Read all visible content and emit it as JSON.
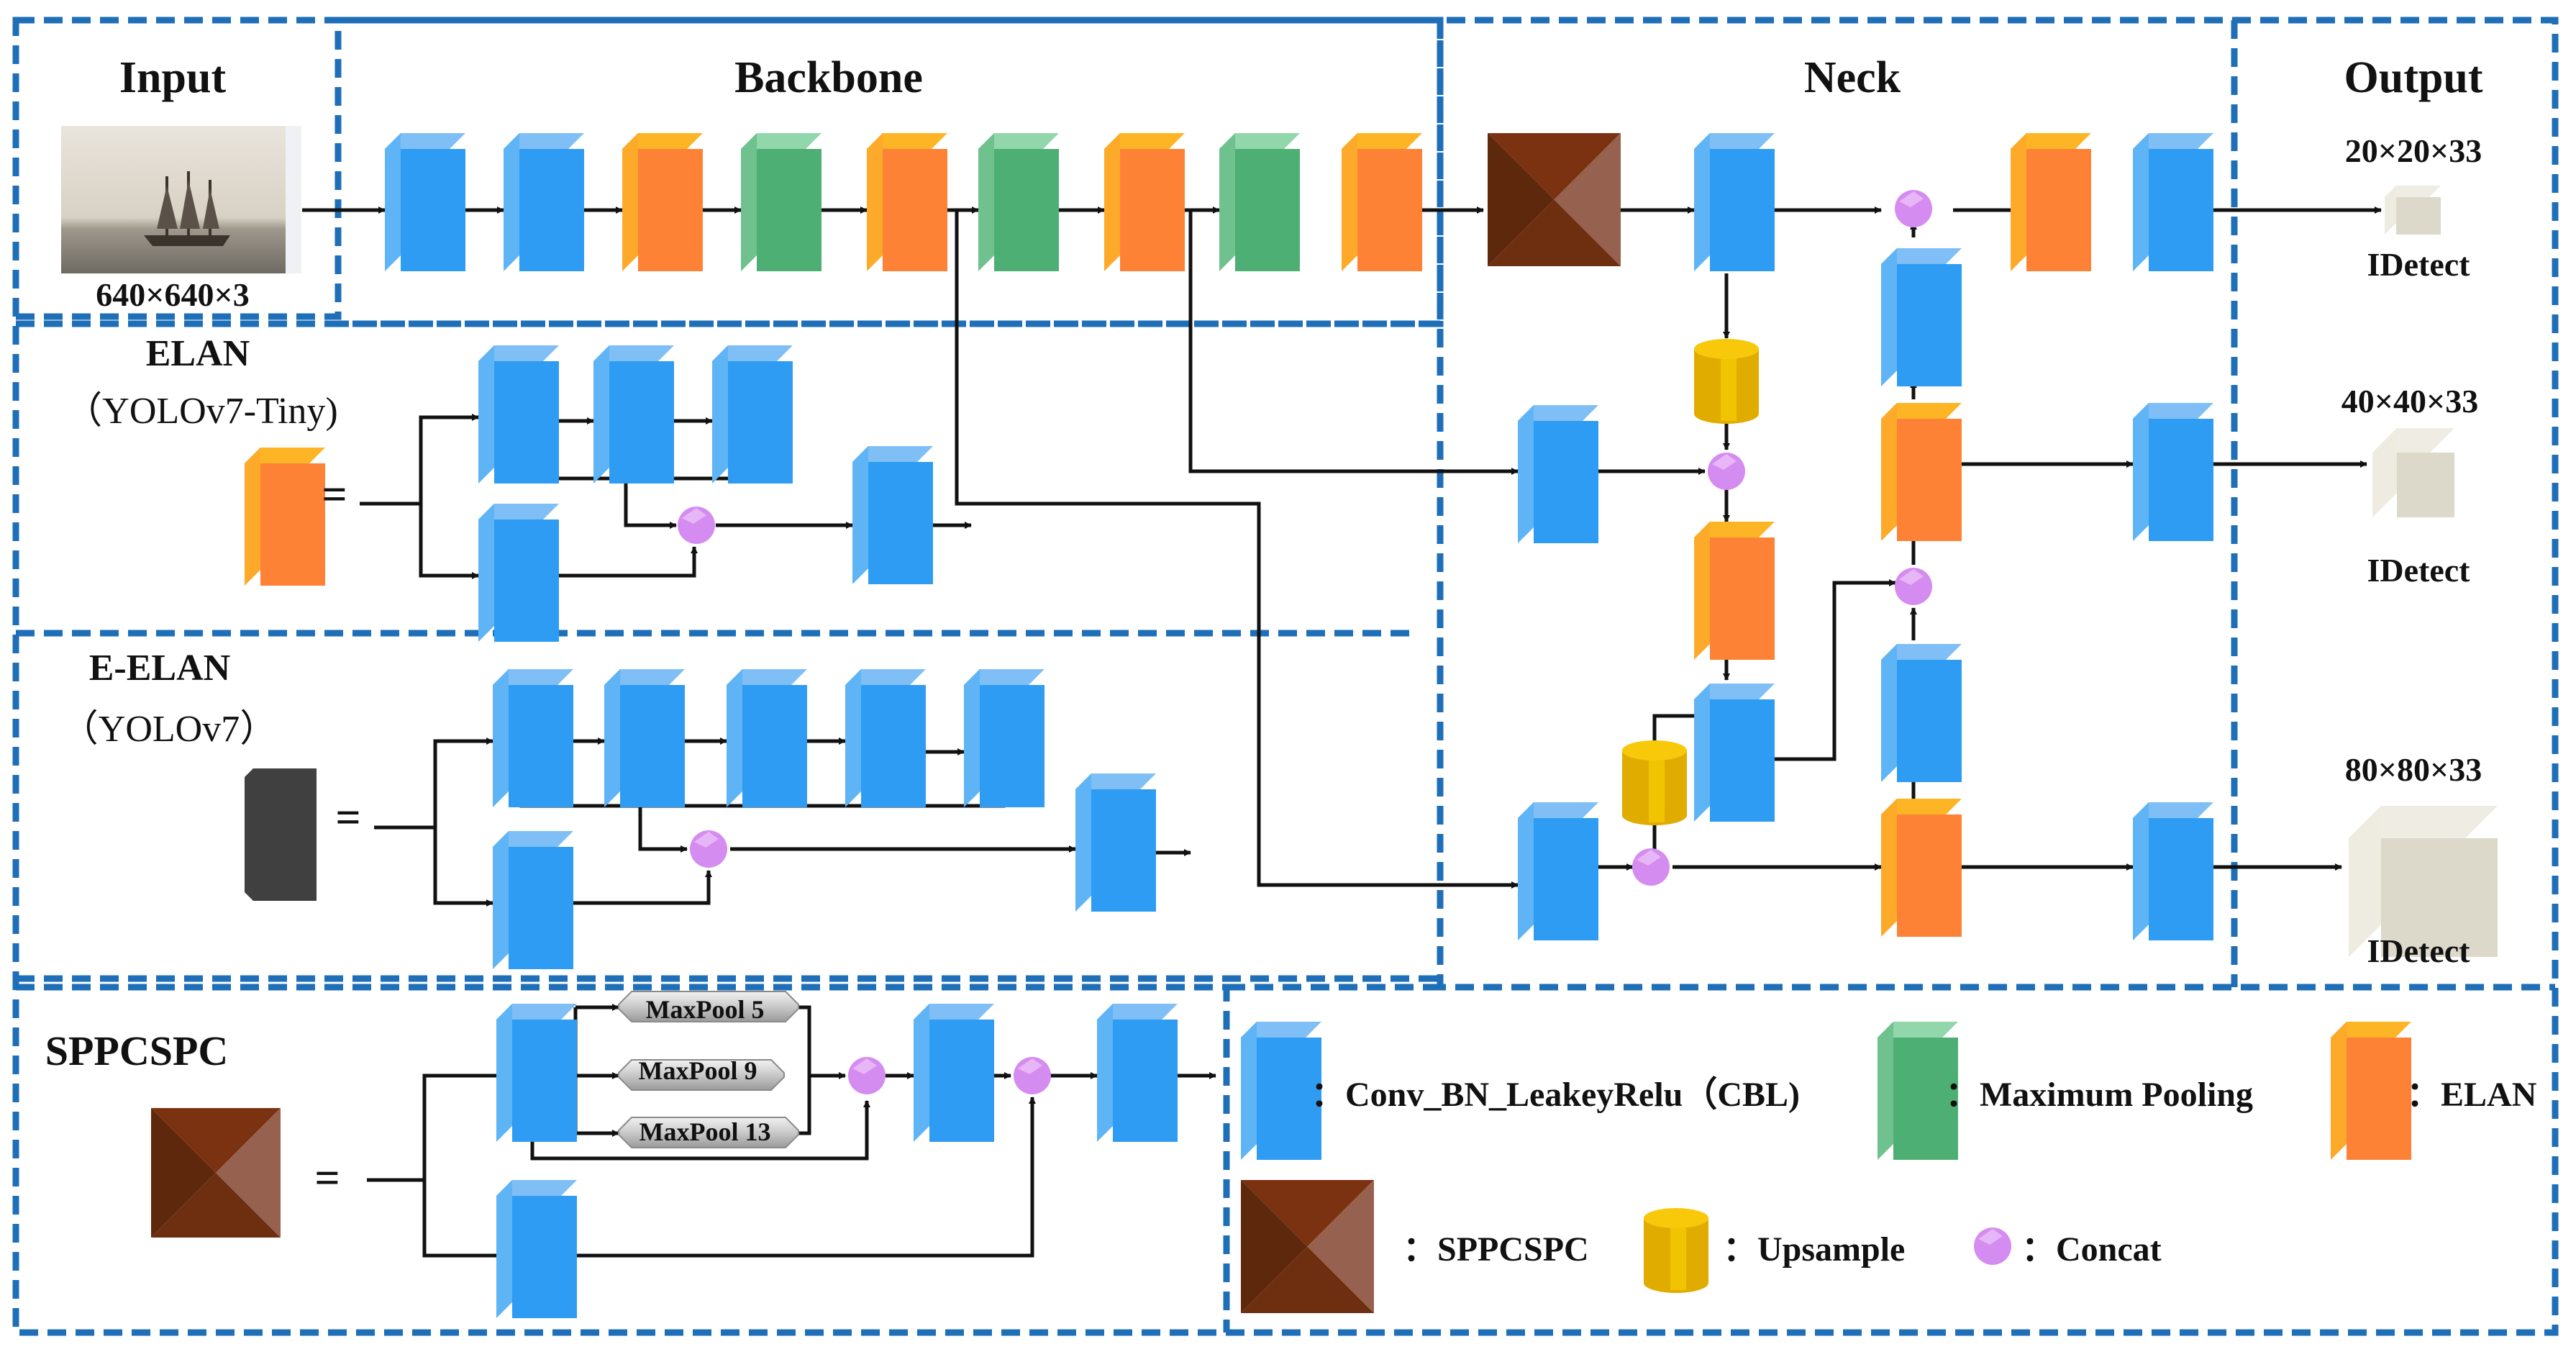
{
  "sections": {
    "input": "Input",
    "backbone": "Backbone",
    "neck": "Neck",
    "output": "Output"
  },
  "input_size": "640×640×3",
  "outputs": [
    {
      "size": "20×20×33",
      "head": "IDetect"
    },
    {
      "size": "40×40×33",
      "head": "IDetect"
    },
    {
      "size": "80×80×33",
      "head": "IDetect"
    }
  ],
  "elan": {
    "title": "ELAN",
    "subtitle": "（YOLOv7-Tiny)"
  },
  "eelan": {
    "title": "E-ELAN",
    "subtitle": "（YOLOv7）"
  },
  "sppcspc": {
    "title": "SPPCSPC",
    "maxpools": [
      "MaxPool 5",
      "MaxPool 9",
      "MaxPool 13"
    ]
  },
  "equals": "=",
  "legend": {
    "cbl": "：Conv_BN_LeakeyRelu（CBL)",
    "maxpool": "：Maximum Pooling",
    "elan": "：ELAN",
    "sppcspc": "：SPPCSPC",
    "upsample": "：Upsample",
    "concat": "：Concat"
  },
  "colors": {
    "cbl": "#2e9cf3",
    "maxpool": "#4eaf74",
    "elan": "#fd8236",
    "sppcspc": "#6e2f10",
    "upsample": "#e8b400",
    "concat": "#d58cf0",
    "output": "#dcd9cb",
    "border": "#1f6fb8",
    "eelan": "#404040"
  }
}
